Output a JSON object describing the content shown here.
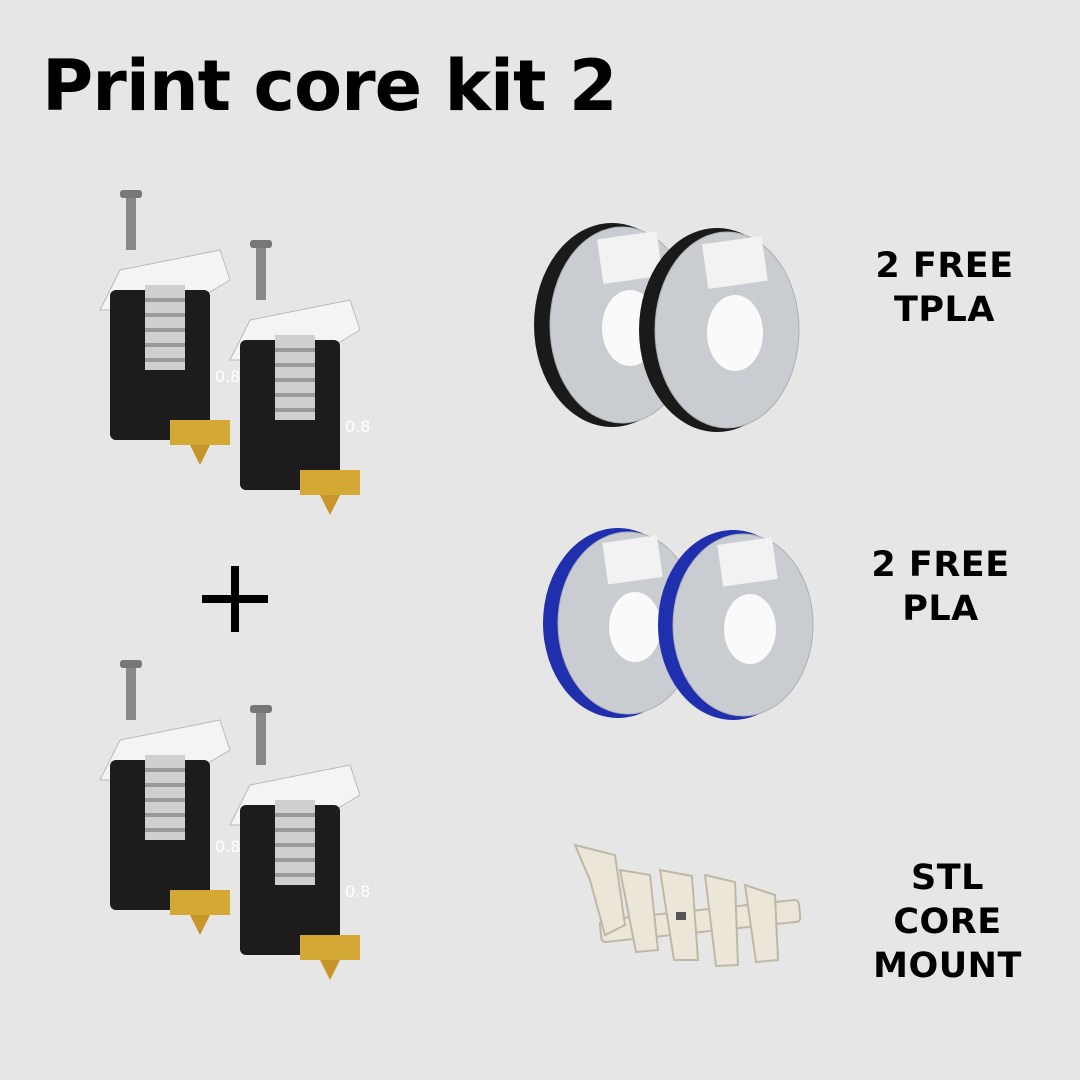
{
  "title": "Print core kit 2",
  "labels": {
    "tpla": "2 FREE\nTPLA",
    "pla": "2 FREE\nPLA",
    "stl": "STL\nCORE\nMOUNT"
  },
  "print_core_nozzle_marking": "0.8",
  "icons": {
    "plus": "plus-icon"
  },
  "colors": {
    "background": "#e6e6e6",
    "text": "#000000",
    "tpla_filament": "#1a1a1a",
    "pla_filament": "#1f2fae",
    "spool_body": "#c9cdd1",
    "brass_nozzle": "#d4a834",
    "mount": "#ece6d8"
  }
}
